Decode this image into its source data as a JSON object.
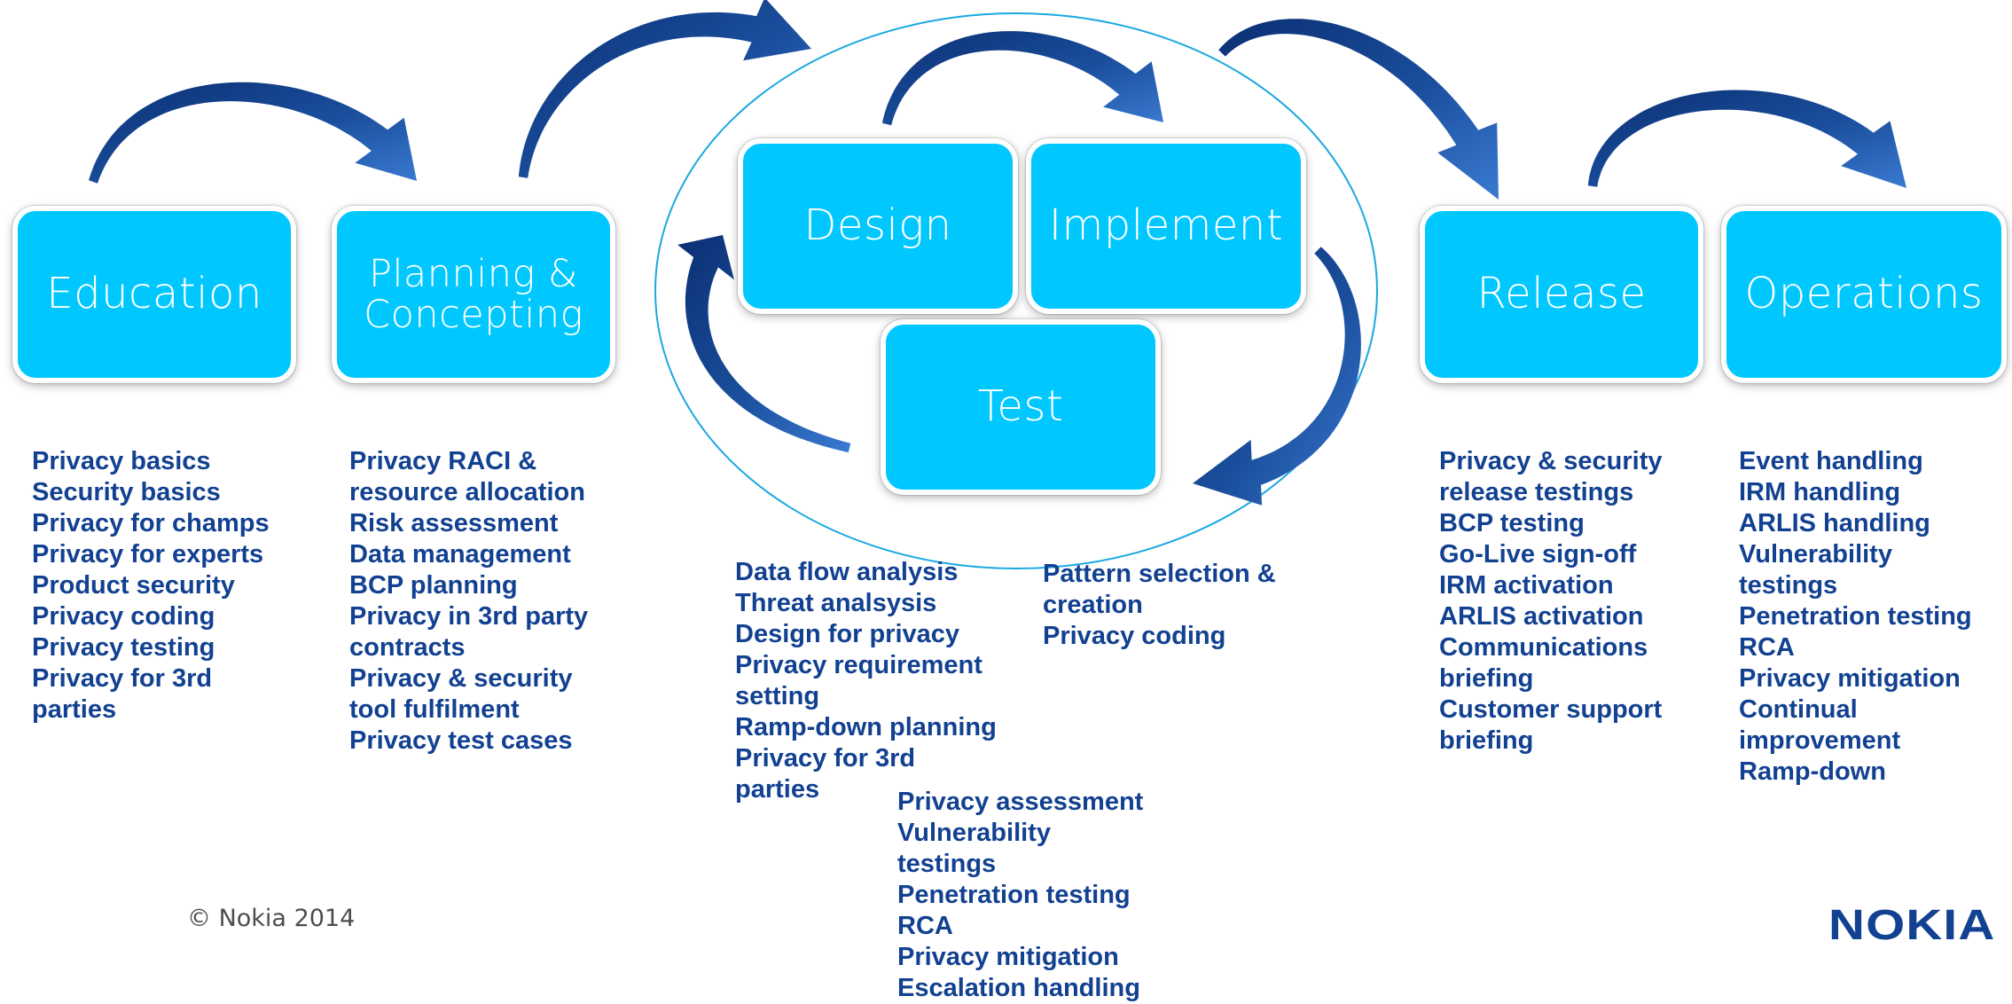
{
  "phases": [
    {
      "id": "education",
      "label": "Education"
    },
    {
      "id": "planning",
      "label": "Planning &\nConcepting"
    },
    {
      "id": "design",
      "label": "Design"
    },
    {
      "id": "implement",
      "label": "Implement"
    },
    {
      "id": "test",
      "label": "Test"
    },
    {
      "id": "release",
      "label": "Release"
    },
    {
      "id": "operations",
      "label": "Operations"
    }
  ],
  "activities": {
    "education": [
      "Privacy basics",
      "Security basics",
      "Privacy for champs",
      "Privacy for experts",
      "Product security",
      "Privacy coding",
      "Privacy testing",
      "Privacy for 3rd",
      "parties"
    ],
    "planning": [
      "Privacy RACI &",
      "resource allocation",
      "Risk assessment",
      "Data management",
      "BCP planning",
      "Privacy in 3rd party",
      "contracts",
      "Privacy & security",
      "tool fulfilment",
      "Privacy test cases"
    ],
    "design": [
      "Data flow analysis",
      "Threat analsysis",
      "Design for privacy",
      "Privacy requirement",
      "setting",
      "Ramp-down planning",
      "Privacy for 3rd",
      "parties"
    ],
    "implement": [
      "Pattern selection &",
      "creation",
      "Privacy coding"
    ],
    "test": [
      "Privacy assessment",
      "Vulnerability",
      "testings",
      "Penetration testing",
      "RCA",
      "Privacy mitigation",
      "Escalation handling"
    ],
    "release": [
      "Privacy & security",
      "release testings",
      "BCP testing",
      "Go-Live sign-off",
      "IRM activation",
      "ARLIS activation",
      "Communications",
      "briefing",
      "Customer support",
      "briefing"
    ],
    "operations": [
      "Event handling",
      "IRM handling",
      "ARLIS handling",
      "Vulnerability",
      "testings",
      "Penetration testing",
      "RCA",
      "Privacy mitigation",
      "Continual",
      "improvement",
      "Ramp-down"
    ]
  },
  "footer": {
    "copyright": "© Nokia 2014",
    "logo": "NOKIA"
  },
  "colors": {
    "box_fill": "#00c8ff",
    "box_text": "#ffffff",
    "list_text": "#124191",
    "arrow_dark": "#0f3c8a",
    "arrow_light": "#2c6fc9",
    "ellipse_stroke": "#1aa8e0"
  }
}
